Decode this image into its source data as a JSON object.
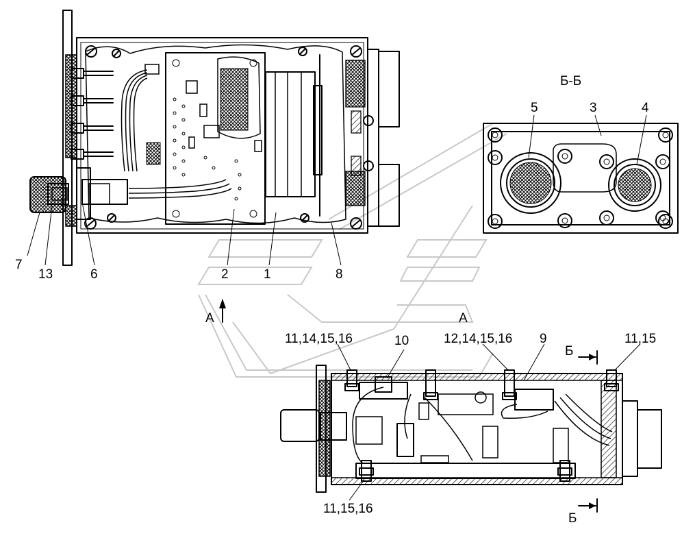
{
  "section_title": "Б-Б",
  "view_top": {
    "callouts": [
      "7",
      "13",
      "6",
      "2",
      "1",
      "8"
    ]
  },
  "view_section": {
    "callouts": [
      "5",
      "3",
      "4"
    ]
  },
  "view_side": {
    "callouts": [
      "11,14,15,16",
      "10",
      "12,14,15,16",
      "9",
      "11,15",
      "11,15,16"
    ],
    "section_markers": [
      "Б",
      "Б"
    ]
  },
  "view_markers": [
    "А",
    "А"
  ]
}
